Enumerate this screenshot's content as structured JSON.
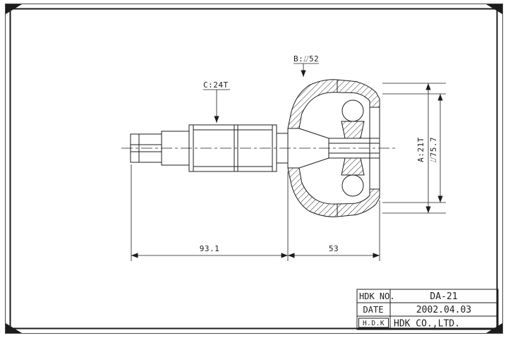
{
  "drawing": {
    "labels": {
      "spline_left": "C:24T",
      "outer_dia": "B:⌰52",
      "inner_spline": "A:21T",
      "housing_dia": "⌰75.7",
      "length_shaft": "93.1",
      "length_joint": "53"
    },
    "title_block": {
      "rows": [
        {
          "label": "HDK NO.",
          "value": "DA-21"
        },
        {
          "label": "DATE",
          "value": "2002.04.03"
        },
        {
          "label": "H.D.K",
          "value": "HDK CO.,LTD."
        }
      ]
    },
    "colors": {
      "line": "#1c1c1c",
      "background": "#ffffff"
    }
  }
}
